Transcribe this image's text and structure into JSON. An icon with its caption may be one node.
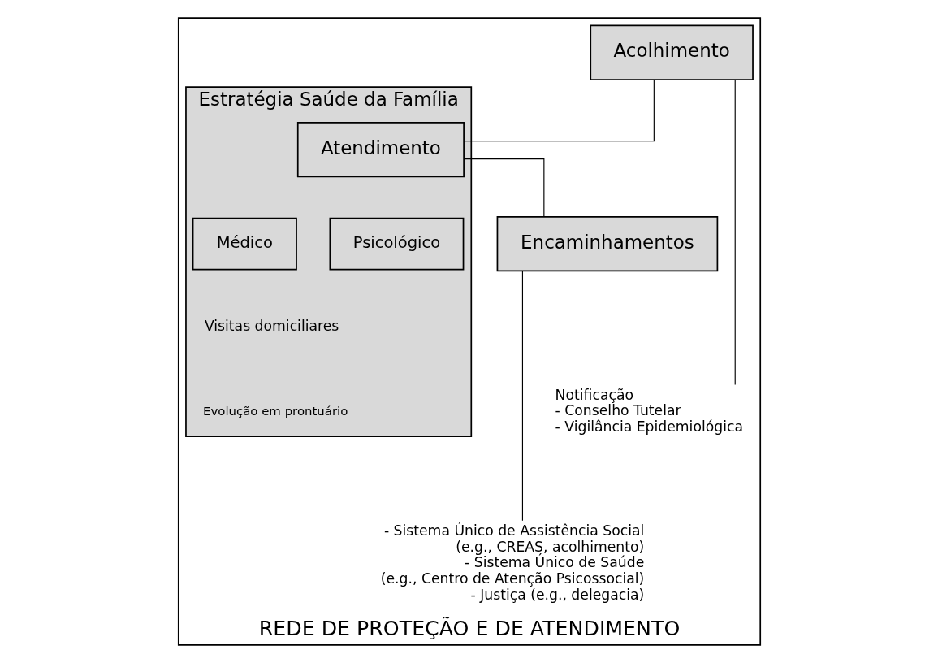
{
  "diagram": {
    "nodes": [
      {
        "text": [
          "REDE DE PROTEÇÃO E DE ATENDIMENTO"
        ]
      },
      {
        "text": [
          "Estratégia Saúde da Família"
        ],
        "in": 0
      },
      {
        "text": [
          "Acolhimento"
        ],
        "in": 0
      },
      {
        "text": [
          "Atendimento"
        ],
        "in": 1
      },
      {
        "text": [
          "Encaminhamentos"
        ],
        "in": 0
      },
      {
        "text": [
          "Médico"
        ],
        "in": 1
      },
      {
        "text": [
          "Psicológico"
        ],
        "in": 1
      },
      {
        "text": [
          "Notificação",
          "- Conselho Tutelar",
          "- Vigilância Epidemiológica"
        ],
        "in": 0
      },
      {
        "text": [
          "- Sistema Único de Assistência Social",
          "(e.g., CREAS, acolhimento)",
          "- Sistema Único de Saúde",
          "(e.g., Centro de Atenção Psicossocial)",
          "- Justiça (e.g., delegacia)"
        ],
        "in": 0
      }
    ],
    "edges": [
      {
        "from": 2,
        "to": 3,
        "arrow": "none"
      },
      {
        "from": 3,
        "to": 4,
        "arrow": "none"
      },
      {
        "from": 2,
        "to": 7,
        "arrow": "none"
      },
      {
        "from": 4,
        "to": 8,
        "arrow": "none"
      }
    ],
    "labels": [
      "Visitas domiciliares",
      "Evolução em prontuário"
    ]
  }
}
